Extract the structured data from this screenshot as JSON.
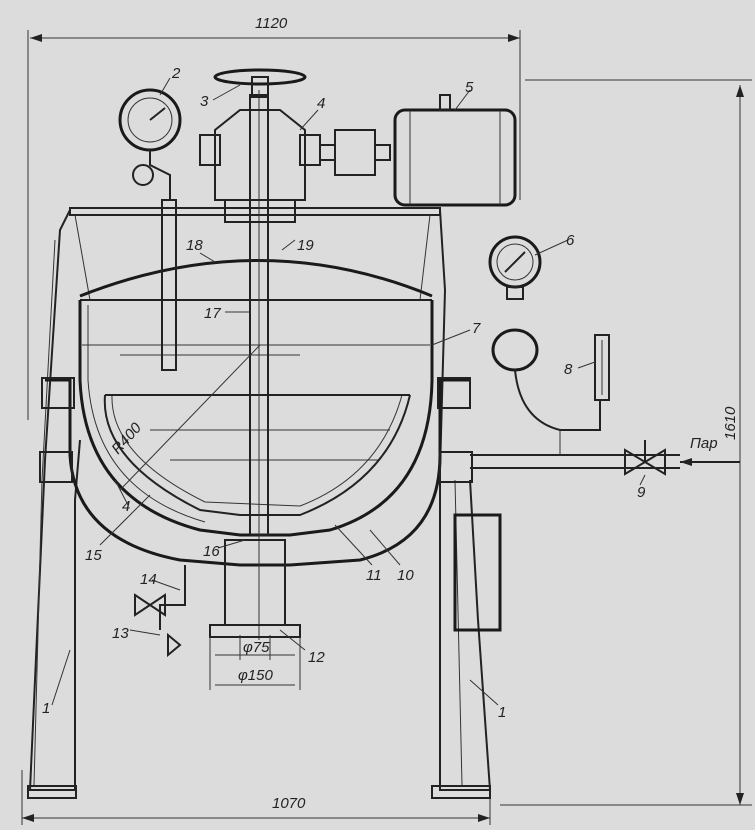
{
  "dimensions": {
    "top_width": "1120",
    "bottom_width": "1070",
    "height": "1610",
    "radius": "R400",
    "bore_small": "φ75",
    "bore_large": "φ150"
  },
  "parts": {
    "p1_left": "1",
    "p1_right": "1",
    "p2": "2",
    "p3": "3",
    "p4_top": "4",
    "p4_lower": "4",
    "p5": "5",
    "p6": "6",
    "p7": "7",
    "p8": "8",
    "p9": "9",
    "p10": "10",
    "p11": "11",
    "p12": "12",
    "p13": "13",
    "p14": "14",
    "p15": "15",
    "p16": "16",
    "p17": "17",
    "p18": "18",
    "p19": "19"
  },
  "steam_label": "Пар"
}
